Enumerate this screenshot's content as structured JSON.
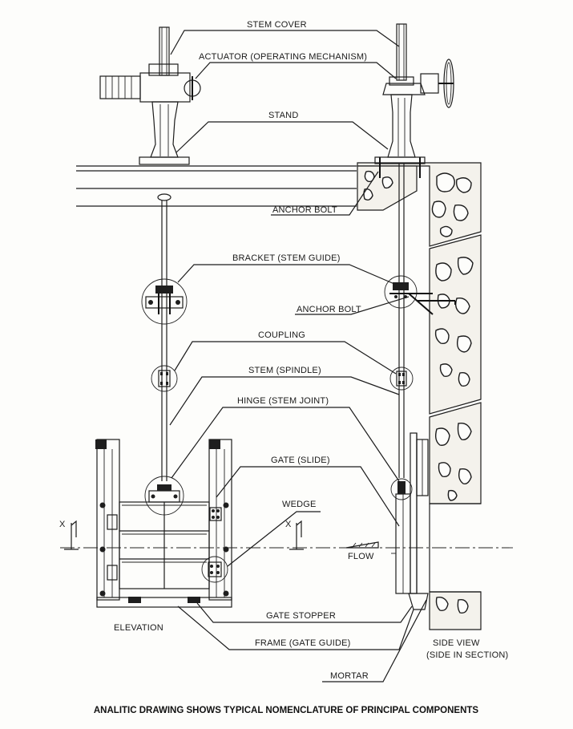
{
  "labels": {
    "stem_cover": "STEM COVER",
    "actuator": "ACTUATOR (OPERATING MECHANISM)",
    "stand": "STAND",
    "anchor_bolt_top": "ANCHOR BOLT",
    "bracket": "BRACKET (STEM GUIDE)",
    "anchor_bolt_mid": "ANCHOR BOLT",
    "coupling": "COUPLING",
    "stem": "STEM (SPINDLE)",
    "hinge": "HINGE (STEM JOINT)",
    "gate": "GATE (SLIDE)",
    "wedge": "WEDGE",
    "x_left": "X",
    "x_right": "X",
    "flow": "FLOW",
    "elevation": "ELEVATION",
    "gate_stopper": "GATE STOPPER",
    "frame": "FRAME (GATE GUIDE)",
    "side_view_1": "SIDE VIEW",
    "side_view_2": "(SIDE IN SECTION)",
    "mortar": "MORTAR"
  },
  "caption": "ANALITIC DRAWING SHOWS TYPICAL NOMENCLATURE OF PRINCIPAL COMPONENTS"
}
